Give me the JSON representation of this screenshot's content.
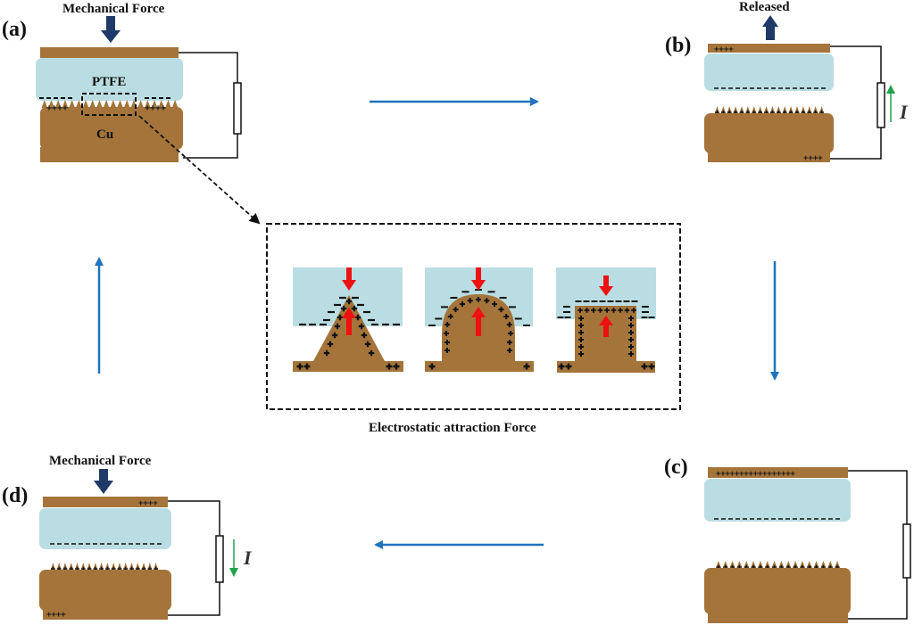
{
  "figure": {
    "colors": {
      "copper": "#a4743a",
      "ptfe": "#b9dde2",
      "force_arrow": "#1f3a68",
      "flow_arrow": "#1f74bd",
      "current_arrow": "#22a34a",
      "attraction_arrow": "#ee1111",
      "wire": "#111111"
    },
    "panels": {
      "a": {
        "label": "(a)",
        "action": "Mechanical Force",
        "ptfe_label": "PTFE",
        "cu_label": "Cu",
        "top_charges": "",
        "bottom_charges_left": "++++",
        "bottom_charges_right": "++++",
        "ptfe_charges": "----"
      },
      "b": {
        "label": "(b)",
        "action": "Released",
        "top_charges": "++++",
        "bottom_charges": "++++",
        "current_label": "I",
        "current_direction": "up"
      },
      "c": {
        "label": "(c)",
        "top_charges": "+++++++++++++++++"
      },
      "d": {
        "label": "(d)",
        "action": "Mechanical Force",
        "top_charges": "++++",
        "bottom_charges": "++++",
        "current_label": "I",
        "current_direction": "down"
      }
    },
    "inset": {
      "caption": "Electrostatic attraction Force",
      "shapes": [
        "triangle",
        "dome",
        "rectangle"
      ]
    },
    "cycle_order": [
      "a",
      "b",
      "c",
      "d"
    ]
  }
}
